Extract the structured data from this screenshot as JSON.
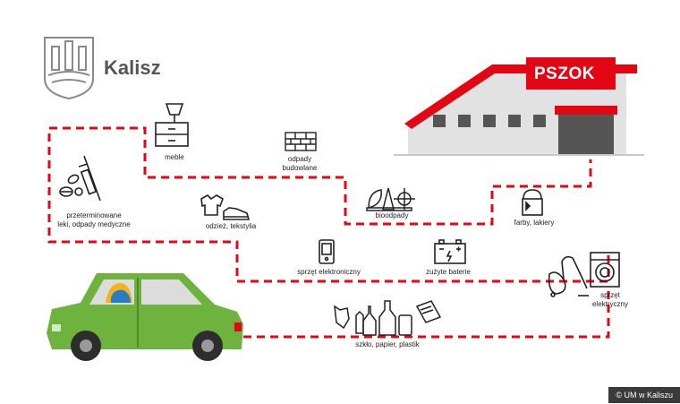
{
  "brand": {
    "city_name": "Kalisz"
  },
  "facility": {
    "sign": "PSZOK"
  },
  "credit": "© UM w Kaliszu",
  "stops": [
    {
      "lines": [
        "meble"
      ]
    },
    {
      "lines": [
        "odpady",
        "budowlane"
      ]
    },
    {
      "lines": [
        "przeterminowane",
        "leki, odpady medyczne"
      ]
    },
    {
      "lines": [
        "odzież, tekstylia"
      ]
    },
    {
      "lines": [
        "bioodpady"
      ]
    },
    {
      "lines": [
        "farby, lakiery"
      ]
    },
    {
      "lines": [
        "sprzęt elektroniczny"
      ]
    },
    {
      "lines": [
        "zużyte baterie"
      ]
    },
    {
      "lines": [
        "sprzęt",
        "elektryczny"
      ]
    },
    {
      "lines": [
        "szkło, papier, plastik"
      ]
    }
  ],
  "colors": {
    "route": "#e30613",
    "car": "#6fb33f",
    "building": "#e0e0e0",
    "roof": "#e30613",
    "icon": "#222222"
  },
  "icons": [
    "city-crest-icon",
    "dresser-icon",
    "bricks-icon",
    "syringe-pills-icon",
    "tshirt-shoe-icon",
    "leaf-bio-icon",
    "paint-can-icon",
    "phone-icon",
    "battery-icon",
    "vacuum-washer-icon",
    "bottles-bags-icon",
    "car-icon",
    "building-icon"
  ]
}
